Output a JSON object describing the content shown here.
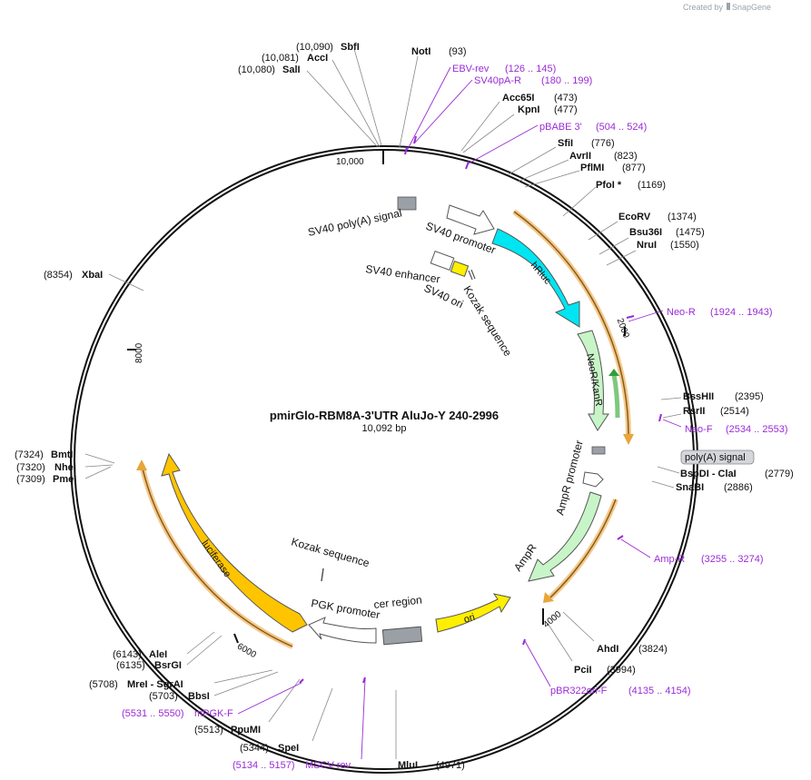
{
  "credit": {
    "prefix": "Created by",
    "brand": "SnapGene"
  },
  "plasmid": {
    "name": "pmirGlo-RBM8A-3'UTR AluJo-Y 240-2996",
    "size": "10,092 bp"
  },
  "ticks": [
    "10,000",
    "2000",
    "4000",
    "6000",
    "8000"
  ],
  "sites": [
    {
      "pos": "(10,090)",
      "name": "SbfI"
    },
    {
      "pos": "(10,081)",
      "name": "AccI"
    },
    {
      "pos": "(10,080)",
      "name": "SalI"
    },
    {
      "name": "NotI",
      "pos": "(93)"
    },
    {
      "name": "Acc65I",
      "pos": "(473)"
    },
    {
      "name": "KpnI",
      "pos": "(477)"
    },
    {
      "name": "SfiI",
      "pos": "(776)"
    },
    {
      "name": "AvrII",
      "pos": "(823)"
    },
    {
      "name": "PflMI",
      "pos": "(877)"
    },
    {
      "name": "PfoI *",
      "pos": "(1169)"
    },
    {
      "name": "EcoRV",
      "pos": "(1374)"
    },
    {
      "name": "Bsu36I",
      "pos": "(1475)"
    },
    {
      "name": "NruI",
      "pos": "(1550)"
    },
    {
      "name": "BssHII",
      "pos": "(2395)"
    },
    {
      "name": "RsrII",
      "pos": "(2514)"
    },
    {
      "name": "BspDI - ClaI",
      "pos": "(2779)"
    },
    {
      "name": "SnaBI",
      "pos": "(2886)"
    },
    {
      "name": "AhdI",
      "pos": "(3824)"
    },
    {
      "name": "PciI",
      "pos": "(3994)"
    },
    {
      "name": "MluI",
      "pos": "(4971)"
    },
    {
      "pos": "(5344)",
      "name": "SpeI"
    },
    {
      "pos": "(5513)",
      "name": "PpuMI"
    },
    {
      "pos": "(5703)",
      "name": "BbsI"
    },
    {
      "pos": "(5708)",
      "name": "MreI - SgrAI"
    },
    {
      "pos": "(6135)",
      "name": "BsrGI"
    },
    {
      "pos": "(6143)",
      "name": "AleI"
    },
    {
      "pos": "(7309)",
      "name": "PmeI"
    },
    {
      "pos": "(7320)",
      "name": "NheI"
    },
    {
      "pos": "(7324)",
      "name": "BmtI"
    },
    {
      "pos": "(8354)",
      "name": "XbaI"
    }
  ],
  "primers": [
    {
      "name": "EBV-rev",
      "range": "(126 .. 145)"
    },
    {
      "name": "SV40pA-R",
      "range": "(180 .. 199)"
    },
    {
      "name": "pBABE 3'",
      "range": "(504 .. 524)"
    },
    {
      "name": "Neo-R",
      "range": "(1924 .. 1943)"
    },
    {
      "name": "Neo-F",
      "range": "(2534 .. 2553)"
    },
    {
      "name": "Amp-R",
      "range": "(3255 .. 3274)"
    },
    {
      "name": "pBR322ori-F",
      "range": "(4135 .. 4154)"
    },
    {
      "name": "MSCV-rev",
      "range": "(5134 .. 5157)"
    },
    {
      "name": "mPGK-F",
      "range": "(5531 .. 5550)"
    }
  ],
  "features": {
    "sv40_polya": "SV40 poly(A) signal",
    "sv40_promoter": "SV40 promoter",
    "hrluc": "hRluc",
    "sv40_enhancer": "SV40 enhancer",
    "sv40_ori": "SV40 ori",
    "kozak1": "Kozak sequence",
    "neor": "NeoR/KanR",
    "polya_box": "poly(A) signal",
    "ampr_promoter": "AmpR promoter",
    "ampr": "AmpR",
    "ori": "ori",
    "cer": "cer region",
    "pgk": "PGK promoter",
    "kozak2": "Kozak sequence",
    "luciferase": "luciferase"
  },
  "colors": {
    "hrluc": "#00e5f2",
    "neor": "#c8f5c8",
    "ampr": "#c8f5c8",
    "ori": "#ffef00",
    "luciferase": "#ffc400",
    "orf": "#e8a53a",
    "primer": "#9a2bd6",
    "gray": "#9aa0a6"
  }
}
